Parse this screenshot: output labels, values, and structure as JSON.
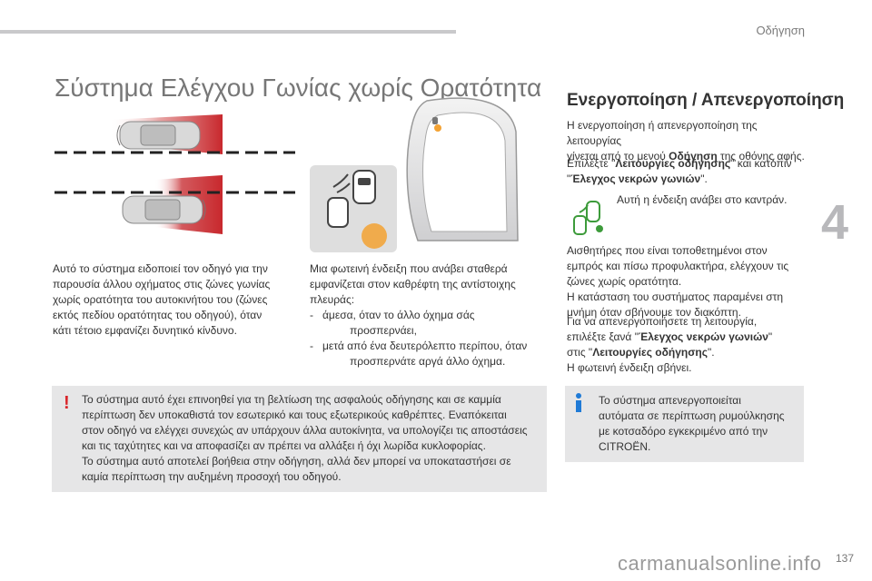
{
  "header": {
    "section": "Οδήγηση",
    "chapter": "4"
  },
  "title": "Σύστημα Ελέγχου Γωνίας χωρίς Ορατότητα",
  "left": {
    "para": [
      "Αυτό το σύστημα ειδοποιεί τον οδηγό για την",
      "παρουσία άλλου οχήματος στις ζώνες γωνίας",
      "χωρίς ορατότητα του αυτοκινήτου του (ζώνες",
      "εκτός πεδίου ορατότητας του οδηγού), όταν",
      "κάτι τέτοιο εμφανίζει δυνητικό κίνδυνο."
    ]
  },
  "middle": {
    "para": [
      "Μια φωτεινή ένδειξη που ανάβει σταθερά",
      "εμφανίζεται στον καθρέφτη της αντίστοιχης",
      "πλευράς:"
    ],
    "items": [
      [
        "-   άμεσα, όταν το άλλο όχημα σάς",
        "προσπερνάει,"
      ],
      [
        "-   μετά από ένα δευτερόλεπτο περίπου, όταν",
        "προσπερνάτε αργά άλλο όχημα."
      ]
    ]
  },
  "warning": {
    "lines": [
      "Το σύστημα αυτό έχει επινοηθεί για τη βελτίωση της ασφαλούς οδήγησης και σε καμμία",
      "περίπτωση δεν υποκαθιστά τον εσωτερικό και τους εξωτερικούς καθρέπτες. Εναπόκειται",
      "στον οδηγό να ελέγχει συνεχώς αν υπάρχουν άλλα αυτοκίνητα, να υπολογίζει τις αποστάσεις",
      "και τις ταχύτητες και να αποφασίζει αν πρέπει να αλλάξει ή όχι λωρίδα κυκλοφορίας.",
      "Το σύστημα αυτό αποτελεί βοήθεια στην οδήγηση, αλλά δεν μπορεί να υποκαταστήσει σε",
      "καμία περίπτωση την αυξημένη προσοχή του οδηγού."
    ]
  },
  "right": {
    "heading": "Ενεργοποίηση / Απενεργοποίηση",
    "p1a": "Η ενεργοποίηση ή απενεργοποίηση της λειτουργίας",
    "p1b": "γίνεται από το μενού ",
    "p1_bold": "Οδήγηση",
    "p1c": " της οθόνης αφής.",
    "p2a": "Επιλέξτε \"",
    "p2_bold1": "Λειτουργίες οδήγησης",
    "p2b": "\" και κατόπιν",
    "p2c": "\"",
    "p2_bold2": "Έλεγχος νεκρών γωνιών",
    "p2d": "\".",
    "p3": "Αυτή η ένδειξη ανάβει στο καντράν.",
    "p4": [
      "Αισθητήρες που είναι τοποθετημένοι στον",
      "εμπρός και πίσω προφυλακτήρα, ελέγχουν τις",
      "ζώνες χωρίς ορατότητα.",
      "Η κατάσταση του συστήματος παραμένει στη",
      "μνήμη όταν σβήνουμε τον διακόπτη."
    ],
    "p5a": "Για να απενεργοποιήσετε τη λειτουργία,",
    "p5b": "επιλέξτε ξανά \"",
    "p5_bold1": "Έλεγχος νεκρών γωνιών",
    "p5c": "\"",
    "p5d": "στις \"",
    "p5_bold2": "Λειτουργίες οδήγησης",
    "p5e": "\".",
    "p5f": "Η φωτεινή ένδειξη σβήνει."
  },
  "info": {
    "lines": [
      "Το σύστημα απενεργοποιείται",
      "αυτόματα σε περίπτωση ρυμούλκησης",
      "με κοτσαδόρο εγκεκριμένο από την",
      "CITROËN."
    ]
  },
  "footer": {
    "page": "137",
    "watermark": "carmanualsonline.info"
  },
  "colors": {
    "zone_red": "#c8282d",
    "alert_orange": "#f3a233",
    "icon_green": "#3d9b3b",
    "warning_red": "#d9262b",
    "info_blue": "#1f7ad6"
  }
}
